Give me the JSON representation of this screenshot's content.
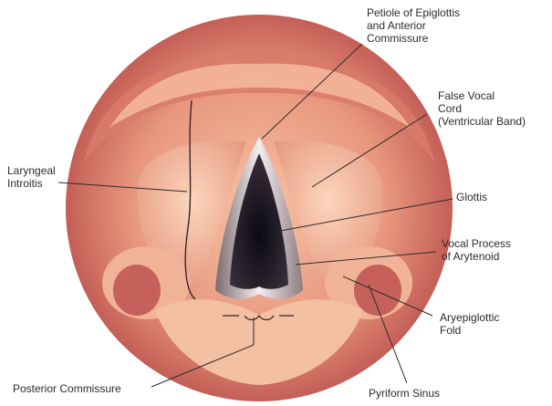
{
  "labels": {
    "petiole": "Petiole of Epiglottis\nand Anterior\nCommissure",
    "false_cord": "False Vocal\nCord\n(Ventricular Band)",
    "introitus": "Laryngeal\nIntroitis",
    "glottis": "Glottis",
    "vocal_process": "Vocal Process\nof Arytenoid",
    "aryepiglottic": "Aryepiglottic\nFold",
    "posterior": "Posterior Commissure",
    "pyriform": "Pyriform Sinus"
  }
}
